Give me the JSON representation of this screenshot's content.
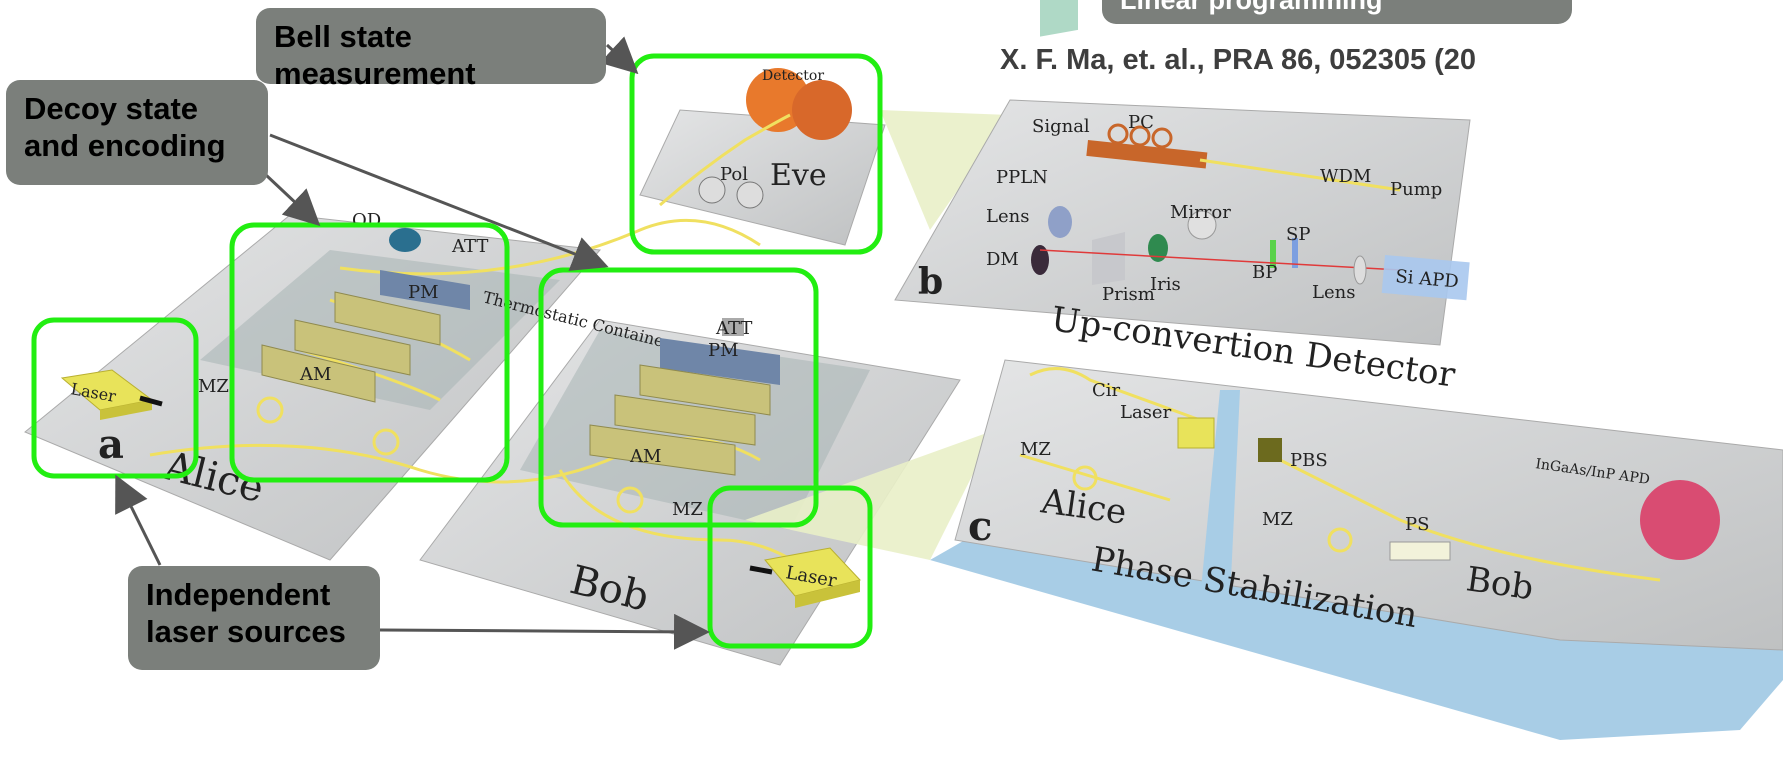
{
  "top_banner": "Linear programming",
  "citation": "X. F. Ma, et. al., PRA 86, 052305 (20",
  "callouts": {
    "bell": "Bell state measurement",
    "decoy": "Decoy state and encoding",
    "lasers": "Independent laser sources"
  },
  "panels": {
    "a": {
      "letter": "a",
      "alice": "Alice",
      "bob": "Bob"
    },
    "b": {
      "letter": "b",
      "title": "Up-convertion Detector"
    },
    "c": {
      "letter": "c",
      "title": "Phase Stabilization",
      "alice": "Alice",
      "bob": "Bob"
    }
  },
  "labels": {
    "laser": "Laser",
    "mz": "MZ",
    "am": "AM",
    "pm": "PM",
    "att": "ATT",
    "od": "OD",
    "thermostatic": "Thermostatic Container",
    "eve": "Eve",
    "pol": "Pol",
    "detector": "Detector",
    "signal": "Signal",
    "pc": "PC",
    "ppln": "PPLN",
    "wdm": "WDM",
    "pump": "Pump",
    "lens": "Lens",
    "mirror": "Mirror",
    "sp": "SP",
    "dm": "DM",
    "prism": "Prism",
    "iris": "Iris",
    "bp": "BP",
    "si_apd": "Si APD",
    "cir": "Cir",
    "pbs": "PBS",
    "ps": "PS",
    "ingaas": "InGaAs/InP APD"
  },
  "colors": {
    "highlight": "#22ee11",
    "callout_bg": "#7b7f7b",
    "fiber": "#f0e060",
    "platform": "#cfd0d0",
    "module": "#c9c27a",
    "pm_block": "#6f86a8",
    "detector": "#e8792c",
    "apd": "#d94c72",
    "water": "#a8cde6",
    "arrow": "#555555"
  }
}
